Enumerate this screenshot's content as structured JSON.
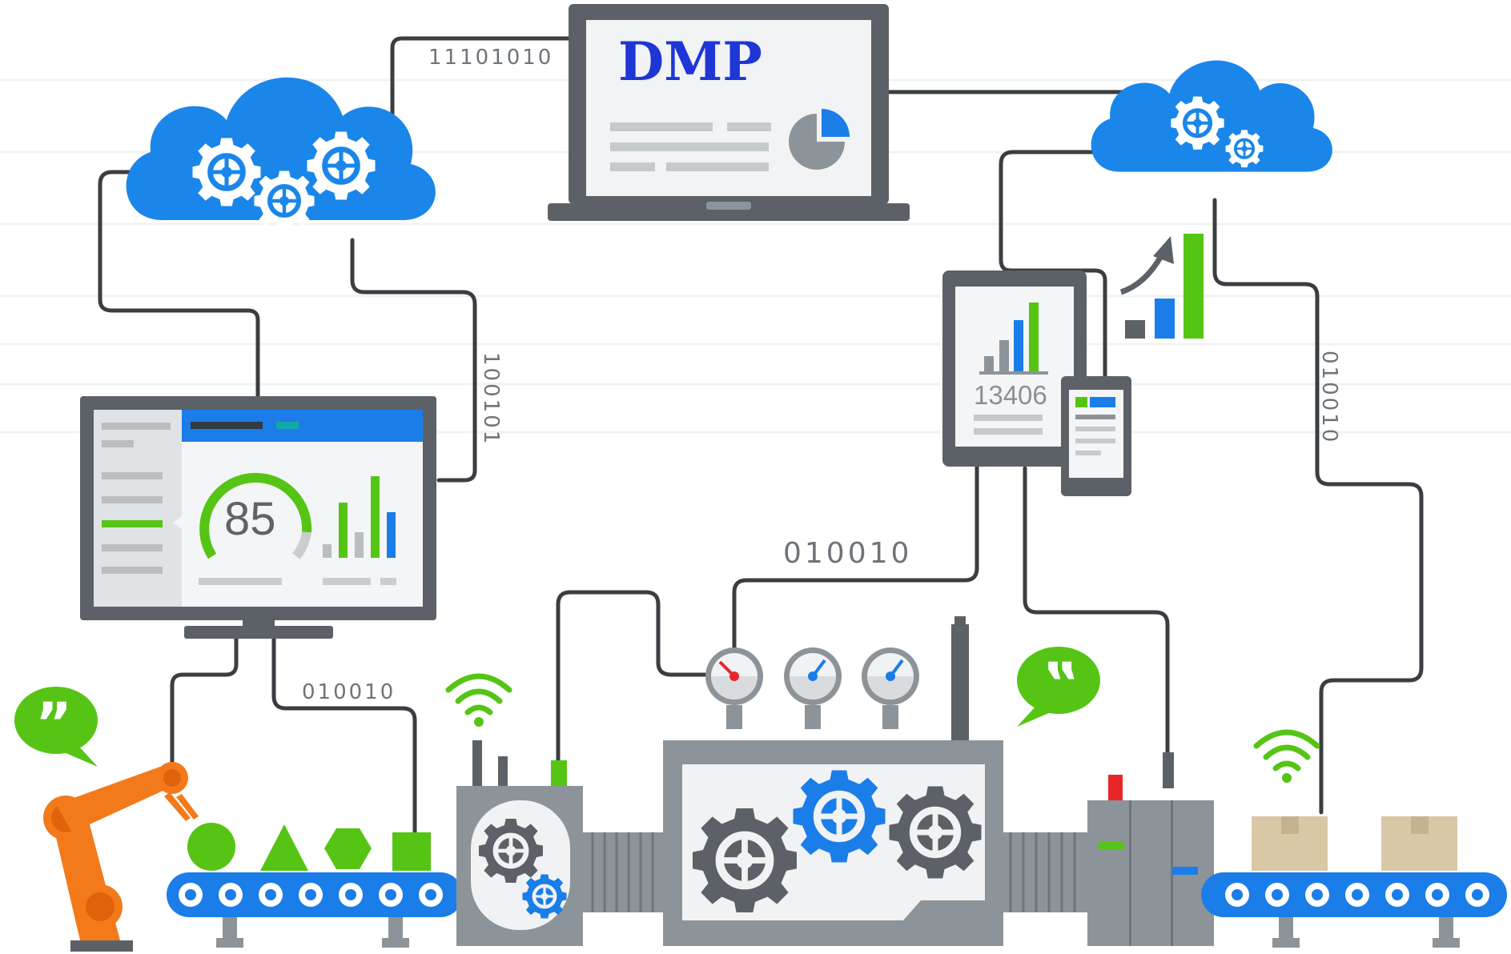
{
  "laptop": {
    "title": "DMP"
  },
  "monitor": {
    "gauge_value": "85"
  },
  "tablet": {
    "value": "13406"
  },
  "binary_labels": {
    "top": "11101010",
    "left_vertical": "100101",
    "right_vertical": "010010",
    "center": "010010",
    "lower_left": "010010"
  },
  "colors": {
    "cloud": "#1a86ea",
    "accent_green": "#56c414",
    "accent_blue": "#1b7de8",
    "robot_orange": "#f37a1a",
    "machine_gray": "#8d9499",
    "wire": "#3a3e42"
  },
  "icons": [
    "gear-icon",
    "chat-bubble-icon",
    "wifi-icon",
    "pressure-gauge-icon",
    "bar-chart-icon",
    "pie-chart-icon",
    "growth-arrow-icon",
    "box-icon",
    "robot-arm-icon"
  ]
}
